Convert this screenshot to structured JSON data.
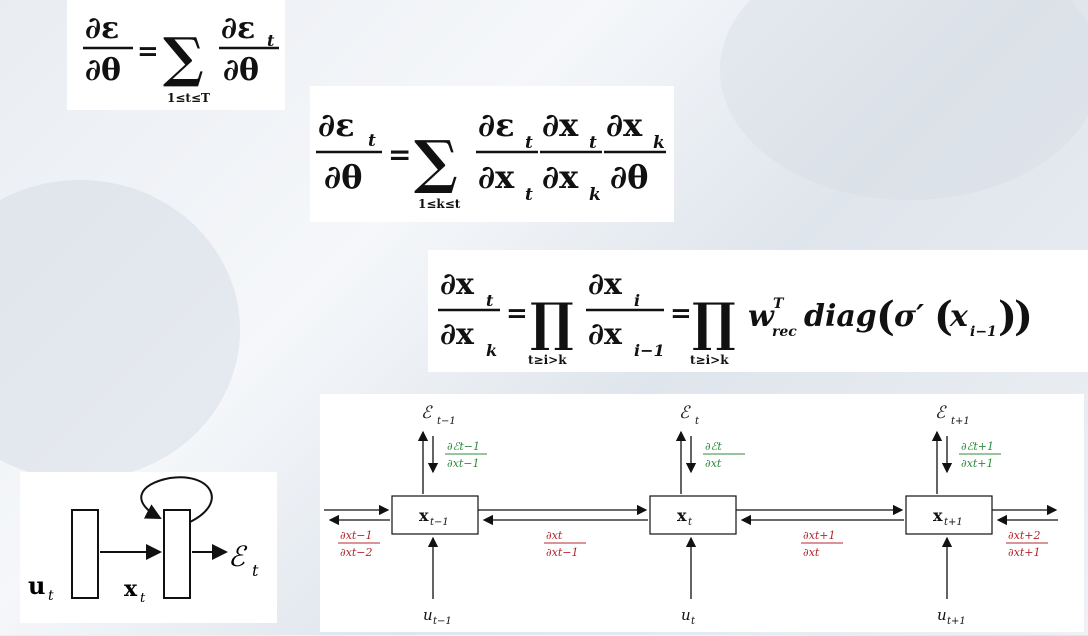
{
  "equations": {
    "eq1": {
      "lhs_num": "∂ε",
      "lhs_den": "∂θ",
      "eq": "=",
      "sum": "∑",
      "sum_range": "1≤t≤T",
      "rhs_num": "∂ε",
      "rhs_num_sub": "t",
      "rhs_den": "∂θ"
    },
    "eq2": {
      "lhs_num": "∂ε",
      "lhs_num_sub": "t",
      "lhs_den": "∂θ",
      "eq": "=",
      "sum": "∑",
      "sum_range": "1≤k≤t",
      "f1_num": "∂ε",
      "f1_num_sub": "t",
      "f1_den": "∂x",
      "f1_den_sub": "t",
      "f2_num": "∂x",
      "f2_num_sub": "t",
      "f2_den": "∂x",
      "f2_den_sub": "k",
      "f3_num": "∂x",
      "f3_num_sub": "k",
      "f3_den": "∂θ"
    },
    "eq3": {
      "lhs_num": "∂x",
      "lhs_num_sub": "t",
      "lhs_den": "∂x",
      "lhs_den_sub": "k",
      "eq1": "=",
      "prod1": "∏",
      "prod1_range": "t≥i>k",
      "f_num": "∂x",
      "f_num_sub": "i",
      "f_den": "∂x",
      "f_den_sub": "i−1",
      "eq2": "=",
      "prod2": "∏",
      "prod2_range": "t≥i>k",
      "w": "w",
      "w_sup": "T",
      "w_sub": "rec",
      "diag": "diag",
      "lparen": "(",
      "sigma": "σ′",
      "lparen2": "(",
      "x": "x",
      "x_sub": "i−1",
      "rparen2": ")",
      "rparen": ")"
    }
  },
  "small_diagram": {
    "input_label": "u",
    "input_sub": "t",
    "state_label": "x",
    "state_sub": "t",
    "output_label": "ℰ",
    "output_sub": "t"
  },
  "unrolled_diagram": {
    "states": [
      {
        "label": "x",
        "sub": "t−1"
      },
      {
        "label": "x",
        "sub": "t"
      },
      {
        "label": "x",
        "sub": "t+1"
      }
    ],
    "errors": [
      {
        "label": "ℰ",
        "sub": "t−1"
      },
      {
        "label": "ℰ",
        "sub": "t"
      },
      {
        "label": "ℰ",
        "sub": "t+1"
      }
    ],
    "inputs": [
      {
        "label": "u",
        "sub": "t−1"
      },
      {
        "label": "u",
        "sub": "t"
      },
      {
        "label": "u",
        "sub": "t+1"
      }
    ],
    "green_grads": [
      {
        "num": "∂ℰt−1",
        "den": "∂xt−1"
      },
      {
        "num": "∂ℰt",
        "den": "∂xt"
      },
      {
        "num": "∂ℰt+1",
        "den": "∂xt+1"
      }
    ],
    "red_grads": [
      {
        "num": "∂xt−1",
        "den": "∂xt−2"
      },
      {
        "num": "∂xt",
        "den": "∂xt−1"
      },
      {
        "num": "∂xt+1",
        "den": "∂xt"
      },
      {
        "num": "∂xt+2",
        "den": "∂xt+1"
      }
    ],
    "colors": {
      "green": "#2e8b3d",
      "red": "#b0282c",
      "ink": "#111111"
    }
  }
}
